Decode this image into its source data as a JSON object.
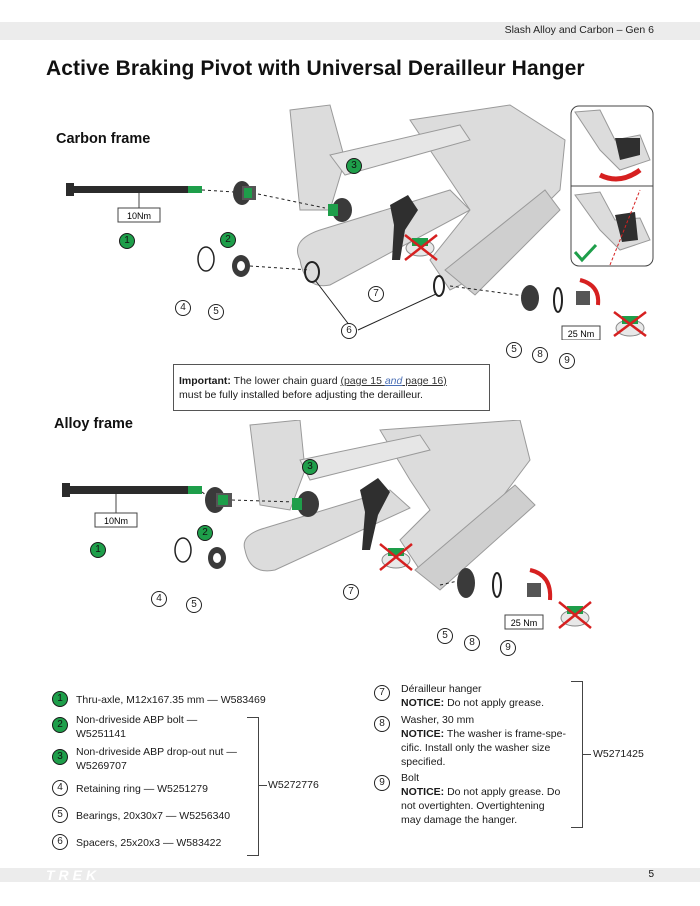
{
  "header": {
    "title": "Slash Alloy and Carbon – Gen 6"
  },
  "page_title": "Active Braking Pivot with Universal Derailleur Hanger",
  "carbon": {
    "label": "Carbon frame",
    "torque_axle": "10Nm",
    "torque_bolt": "25 Nm",
    "callouts": [
      "1",
      "2",
      "3",
      "4",
      "5",
      "6",
      "7",
      "5",
      "8",
      "9"
    ]
  },
  "important": {
    "lead": "Important:",
    "text1": " The lower chain guard ",
    "ref_open": "(page 15 ",
    "ref_and": "and",
    "ref_close": " page 16)",
    "text2": "must be fully installed before adjusting the derailleur."
  },
  "alloy": {
    "label": "Alloy frame",
    "torque_axle": "10Nm",
    "torque_bolt": "25 Nm",
    "callouts": [
      "1",
      "2",
      "3",
      "4",
      "5",
      "7",
      "5",
      "8",
      "9"
    ]
  },
  "legend_left": [
    {
      "num": "1",
      "green": true,
      "text": "Thru-axle, M12x167.35 mm — W583469"
    },
    {
      "num": "2",
      "green": true,
      "line1": "Non-driveside ABP bolt —",
      "line2": "W5251141"
    },
    {
      "num": "3",
      "green": true,
      "line1": "Non-driveside ABP drop-out nut —",
      "line2": "W5269707"
    },
    {
      "num": "4",
      "green": false,
      "text": "Retaining ring — W5251279"
    },
    {
      "num": "5",
      "green": false,
      "text": "Bearings, 20x30x7 — W5256340"
    },
    {
      "num": "6",
      "green": false,
      "text": "Spacers, 25x20x3 — W583422"
    }
  ],
  "left_bracket_label": "W5272776",
  "legend_right": [
    {
      "num": "7",
      "title": "Dérailleur hanger",
      "notice_label": "NOTICE:",
      "notice": " Do not apply grease."
    },
    {
      "num": "8",
      "title": "Washer, 30 mm",
      "notice_label": "NOTICE:",
      "notice": " The washer is frame-spe-",
      "notice2": "cific. Install only the washer size",
      "notice3": "specified."
    },
    {
      "num": "9",
      "title": "Bolt",
      "notice_label": "NOTICE:",
      "notice": " Do not apply grease. Do",
      "notice2": "not overtighten. Overtightening",
      "notice3": "may damage the hanger."
    }
  ],
  "right_bracket_label": "W5271425",
  "footer": {
    "brand": "TREK",
    "page": "5"
  }
}
